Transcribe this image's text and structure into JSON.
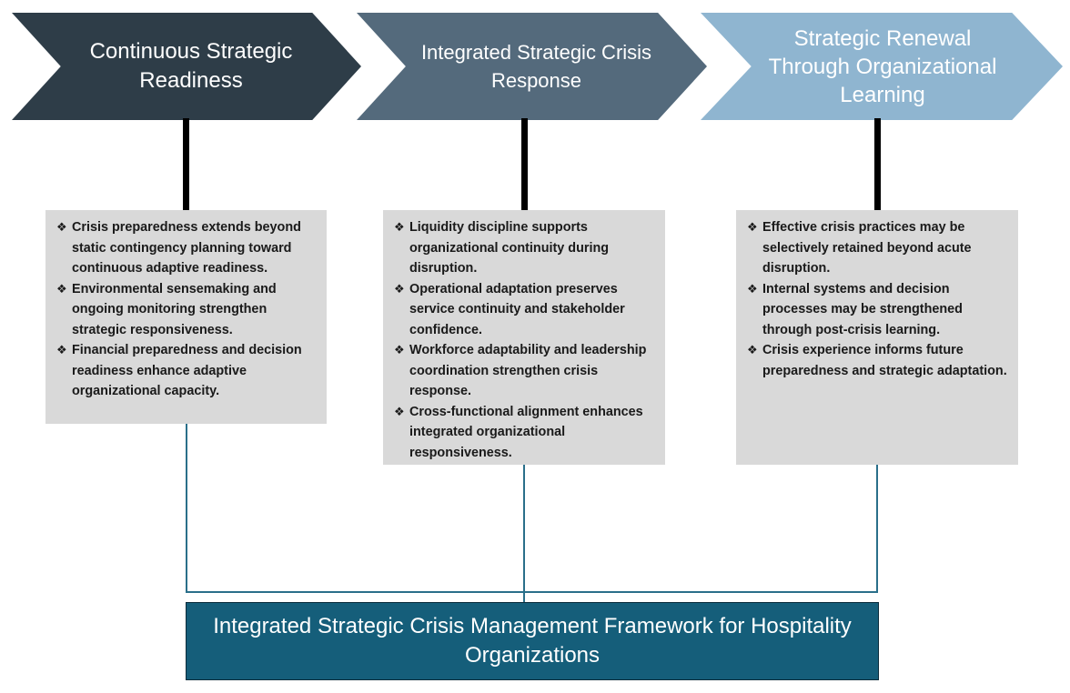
{
  "colors": {
    "chevron_1": "#2e3d48",
    "chevron_2": "#546a7c",
    "chevron_3": "#8fb5d0",
    "card_background": "#d9d9d9",
    "footer_background": "#155e7a",
    "connector_lines": "#2a6f8a"
  },
  "stages": [
    {
      "title": "Continuous Strategic Readiness",
      "bullets": [
        "Crisis preparedness extends beyond static contingency planning toward continuous adaptive readiness.",
        "Environmental sensemaking and ongoing monitoring strengthen strategic responsiveness.",
        "Financial preparedness and decision readiness enhance adaptive organizational capacity."
      ]
    },
    {
      "title": "Integrated Strategic Crisis Response",
      "bullets": [
        "Liquidity discipline supports organizational continuity during disruption.",
        "Operational adaptation preserves service continuity and stakeholder confidence.",
        "Workforce adaptability and leadership coordination strengthen crisis response.",
        "Cross-functional alignment enhances integrated organizational responsiveness."
      ]
    },
    {
      "title": "Strategic Renewal Through Organizational Learning",
      "bullets": [
        "Effective crisis practices may be selectively retained beyond acute disruption.",
        "Internal systems and decision processes may be strengthened through post-crisis learning.",
        "Crisis experience informs future preparedness and strategic adaptation."
      ]
    }
  ],
  "bullet_symbol": "❖",
  "bullet_icon": "diamond-bullet-icon",
  "footer": {
    "title": "Integrated Strategic Crisis Management Framework for Hospitality Organizations"
  }
}
